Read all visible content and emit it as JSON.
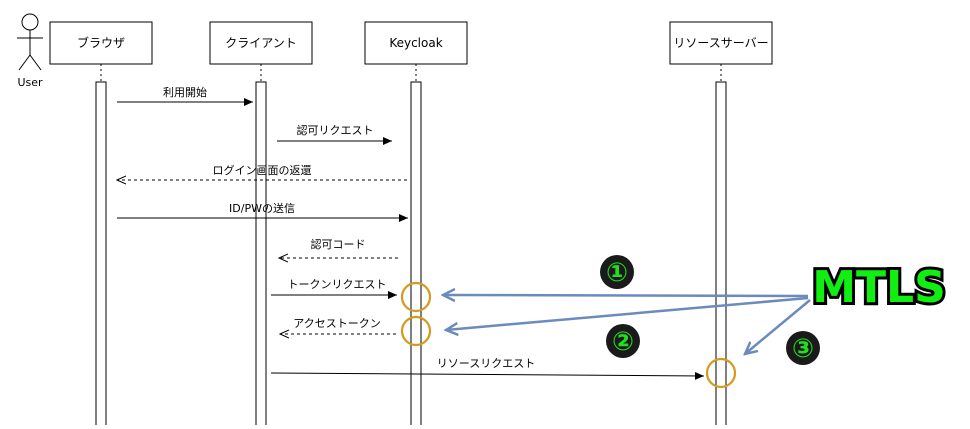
{
  "actors": {
    "user": {
      "label": "User"
    },
    "browser": {
      "label": "ブラウザ"
    },
    "client": {
      "label": "クライアント"
    },
    "keycloak": {
      "label": "Keycloak"
    },
    "resource": {
      "label": "リソースサーバー"
    }
  },
  "messages": [
    {
      "label": "利用開始",
      "from": "browser",
      "to": "client",
      "kind": "call"
    },
    {
      "label": "認可リクエスト",
      "from": "client",
      "to": "keycloak",
      "kind": "call"
    },
    {
      "label": "ログイン画面の返還",
      "from": "keycloak",
      "to": "browser",
      "kind": "return"
    },
    {
      "label": "ID/PWの送信",
      "from": "browser",
      "to": "keycloak",
      "kind": "call"
    },
    {
      "label": "認可コード",
      "from": "keycloak",
      "to": "client",
      "kind": "return"
    },
    {
      "label": "トークンリクエスト",
      "from": "client",
      "to": "keycloak",
      "kind": "call"
    },
    {
      "label": "アクセストークン",
      "from": "keycloak",
      "to": "client",
      "kind": "return"
    },
    {
      "label": "リソースリクエスト",
      "from": "client",
      "to": "resource",
      "kind": "call"
    }
  ],
  "annotation": {
    "mtls": "MTLS",
    "markers": [
      "①",
      "②",
      "③"
    ],
    "colors": {
      "highlight_circle": "#d49a1e",
      "pointer_arrow": "#6b8bbd",
      "badge_text": "#22dd22"
    }
  }
}
